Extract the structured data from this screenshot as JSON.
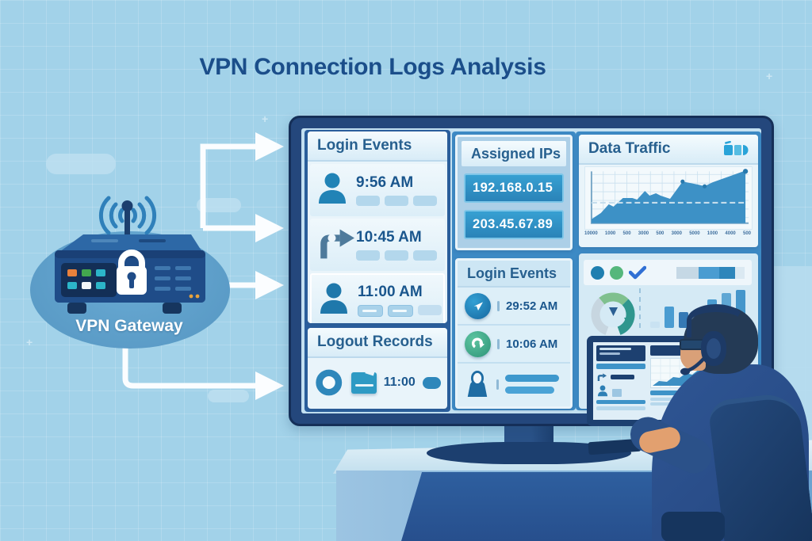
{
  "title": "VPN Connection Logs Analysis",
  "gateway": {
    "label": "VPN Gateway",
    "icons": [
      "wifi-waves-icon",
      "antenna-icon",
      "lock-icon",
      "status-buttons"
    ]
  },
  "monitor_panels": {
    "login_events_left": {
      "title": "Login Events",
      "rows": [
        {
          "icon": "user-icon",
          "time": "9:56 AM"
        },
        {
          "icon": "redirect-arrow-icon",
          "time": "10:45 AM"
        },
        {
          "icon": "user-icon",
          "time": "11:00 AM"
        }
      ]
    },
    "logout_records": {
      "title": "Logout Records",
      "row": {
        "icons": [
          "ring-icon",
          "badge-icon"
        ],
        "time": "11:00"
      }
    },
    "assigned_ips": {
      "title": "Assigned IPs",
      "ips": [
        "192.168.0.15",
        "203.45.67.89"
      ]
    },
    "login_events_middle": {
      "title": "Login Events",
      "rows": [
        {
          "icon": "login-circle-blue-icon",
          "time": "29:52 AM"
        },
        {
          "icon": "login-circle-green-icon",
          "time": "10:06 AM"
        },
        {
          "icon": "user-badge-icon",
          "time": ""
        }
      ]
    },
    "data_traffic": {
      "title": "Data Traffic",
      "header_icon": "battery-icon"
    },
    "status_panel": {
      "icons": [
        "status-dot-blue",
        "status-dot-green",
        "check-icon",
        "segmented-progress-bar",
        "donut-chart",
        "bar-chart"
      ]
    }
  },
  "chart_data": [
    {
      "type": "area",
      "title": "Data Traffic",
      "x_tick_labels": [
        "10000",
        "1000",
        "500",
        "3000",
        "500",
        "3000",
        "5000",
        "1000",
        "4000",
        "500"
      ],
      "values": [
        5,
        13,
        24,
        21,
        32,
        32,
        30,
        41,
        35,
        38,
        35,
        33,
        53,
        51,
        49,
        47,
        52,
        67
      ],
      "ylim": [
        0,
        70
      ],
      "grid": true,
      "dashed_reference_line": true,
      "legend": "none"
    },
    {
      "type": "bar",
      "values": [
        8,
        27,
        20,
        20,
        36,
        44,
        48
      ],
      "colors": [
        "#c9e2f2",
        "#4a9cd1",
        "#3579b5",
        "#a9cbe3",
        "#4a9cd1",
        "#5fa7d4",
        "#4496cb"
      ]
    },
    {
      "type": "donut",
      "segments": [
        {
          "color": "#c7d6e0"
        },
        {
          "color": "#7fc08e"
        },
        {
          "color": "#2f968e"
        },
        {
          "color": "#dcebf3"
        }
      ]
    }
  ],
  "palette": {
    "background": "#a2d2e9",
    "title_text": "#1b4e8a",
    "monitor_frame": "#24477c",
    "panel_header_text": "#27608f",
    "accent_blue": "#2e8fc3",
    "accent_green": "#55b77c",
    "area_fill": "#3d91c6",
    "ip_box": "#2e8fc3",
    "jacket": "#2f5694",
    "skin": "#d9a078"
  }
}
